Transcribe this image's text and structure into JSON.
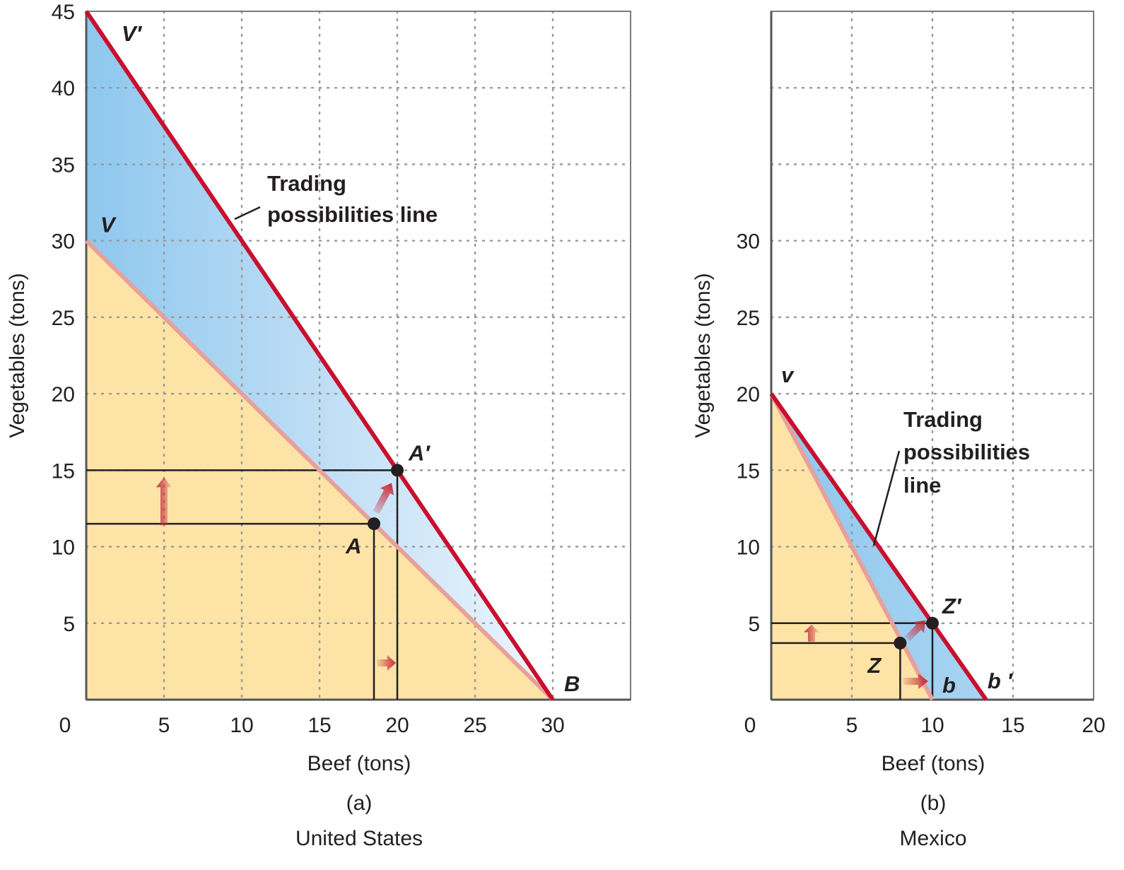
{
  "colors": {
    "ppc_line": "#e8a09a",
    "trading_line": "#c8102e",
    "gain_fill": "#8ec7ee",
    "gain_fill_light": "#eef6fd",
    "ppc_fill": "#fde4a6",
    "grid": "#9a9a9a",
    "frame": "#7a7a7a",
    "arrow": "#c62c3c",
    "ink": "#231f20"
  },
  "chart_data": [
    {
      "type": "line",
      "panel_label": "(a)",
      "caption": "United States",
      "xlabel": "Beef (tons)",
      "ylabel": "Vegetables (tons)",
      "xlim": [
        0,
        35
      ],
      "ylim": [
        0,
        45
      ],
      "x_ticks": [
        0,
        5,
        10,
        15,
        20,
        25,
        30
      ],
      "y_ticks": [
        5,
        10,
        15,
        20,
        25,
        30,
        35,
        40,
        45
      ],
      "grid": true,
      "series": [
        {
          "role": "production_possibilities",
          "points": [
            [
              0,
              30
            ],
            [
              30,
              0
            ]
          ]
        },
        {
          "name": "Trading possibilities line",
          "role": "trading_possibilities",
          "points": [
            [
              0,
              45
            ],
            [
              30,
              0
            ]
          ]
        }
      ],
      "points": [
        {
          "label": "A",
          "x": 18.5,
          "y": 11.5
        },
        {
          "label": "A′",
          "x": 20,
          "y": 15
        }
      ],
      "line_labels": [
        {
          "label": "V",
          "x": 0,
          "y": 30
        },
        {
          "label": "V′",
          "x": 0,
          "y": 45
        },
        {
          "label": "B",
          "x": 30,
          "y": 0
        }
      ],
      "annotation_lines": [
        "Trading",
        "possibilities line"
      ]
    },
    {
      "type": "line",
      "panel_label": "(b)",
      "caption": "Mexico",
      "xlabel": "Beef (tons)",
      "ylabel": "Vegetables (tons)",
      "xlim": [
        0,
        20
      ],
      "ylim": [
        0,
        45
      ],
      "x_ticks": [
        0,
        5,
        10,
        15,
        20
      ],
      "y_ticks": [
        5,
        10,
        15,
        20,
        25,
        30
      ],
      "grid": true,
      "series": [
        {
          "role": "production_possibilities",
          "points": [
            [
              0,
              20
            ],
            [
              10,
              0
            ]
          ]
        },
        {
          "name": "Trading possibilities line",
          "role": "trading_possibilities",
          "points": [
            [
              0,
              20
            ],
            [
              13.33,
              0
            ]
          ]
        }
      ],
      "points": [
        {
          "label": "Z",
          "x": 8,
          "y": 3.7
        },
        {
          "label": "Z′",
          "x": 10,
          "y": 5
        }
      ],
      "line_labels": [
        {
          "label": "v",
          "x": 0,
          "y": 20
        },
        {
          "label": "b",
          "x": 10,
          "y": 0
        },
        {
          "label": "b ′",
          "x": 13.33,
          "y": 0
        }
      ],
      "annotation_lines": [
        "Trading",
        "possibilities",
        "line"
      ]
    }
  ]
}
